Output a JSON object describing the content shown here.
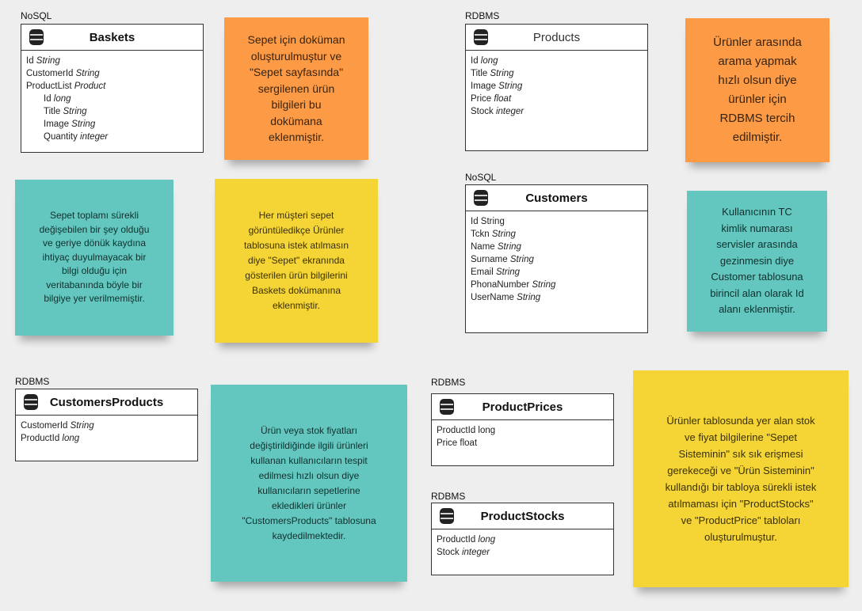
{
  "colors": {
    "note_orange": "#fc9a45",
    "note_teal": "#63c7bf",
    "note_yellow": "#f5d536",
    "background": "#eeeeee",
    "database_icon": "#222222"
  },
  "icons": {
    "entity_header": "database-icon"
  },
  "entities": {
    "baskets": {
      "db_type": "NoSQL",
      "title": "Baskets",
      "fields": [
        {
          "name": "Id",
          "type": "String"
        },
        {
          "name": "CustomerId",
          "type": "String"
        },
        {
          "name": "ProductList",
          "type": "Product"
        },
        {
          "name": "Id",
          "type": "long"
        },
        {
          "name": "Title",
          "type": "String"
        },
        {
          "name": "Image",
          "type": "String"
        },
        {
          "name": "Quantity",
          "type": "integer"
        }
      ]
    },
    "products": {
      "db_type": "RDBMS",
      "title": "Products",
      "fields": [
        {
          "name": "Id",
          "type": "long"
        },
        {
          "name": "Title",
          "type": "String"
        },
        {
          "name": "Image",
          "type": "String"
        },
        {
          "name": "Price",
          "type": "float"
        },
        {
          "name": "Stock",
          "type": "integer"
        }
      ]
    },
    "customers": {
      "db_type": "NoSQL",
      "title": "Customers",
      "fields": [
        {
          "name": "Id",
          "type": "String"
        },
        {
          "name": "Tckn",
          "type": "String"
        },
        {
          "name": "Name",
          "type": "String"
        },
        {
          "name": "Surname",
          "type": "String"
        },
        {
          "name": "Email",
          "type": "String"
        },
        {
          "name": "PhonaNumber",
          "type": "String"
        },
        {
          "name": "UserName",
          "type": "String"
        }
      ]
    },
    "customers_products": {
      "db_type": "RDBMS",
      "title": "CustomersProducts",
      "fields": [
        {
          "name": "CustomerId",
          "type": "String"
        },
        {
          "name": "ProductId",
          "type": "long"
        }
      ]
    },
    "product_prices": {
      "db_type": "RDBMS",
      "title": "ProductPrices",
      "fields": [
        {
          "name": "ProductId",
          "type": "long"
        },
        {
          "name": "Price",
          "type": "float"
        }
      ]
    },
    "product_stocks": {
      "db_type": "RDBMS",
      "title": "ProductStocks",
      "fields": [
        {
          "name": "ProductId",
          "type": "long"
        },
        {
          "name": "Stock",
          "type": "integer"
        }
      ]
    }
  },
  "notes": {
    "basket_document": "Sepet için doküman\noluşturulmuştur ve\n\"Sepet sayfasında\"\nsergilenen ürün\nbilgileri bu\ndokümana\neklenmiştir.",
    "rdbms_choice": "Ürünler arasında\narama yapmak\nhızlı olsun diye\nürünler için\nRDBMS tercih\nedilmiştir.",
    "basket_total": "Sepet toplamı sürekli\ndeğişebilen bir şey olduğu\nve geriye dönük kaydına\nihtiyaç duyulmayacak bir\nbilgi olduğu için\nveritabanında böyle bir\nbilgiye yer verilmemiştir.",
    "basket_view": "Her müşteri sepet\ngörüntüledikçe Ürünler\ntablosuna istek atılmasın\ndiye \"Sepet\" ekranında\ngösterilen ürün bilgilerini\nBaskets dokümanına\neklenmiştir.",
    "customer_id": "Kullanıcının TC\nkimlik numarası\nservisler arasında\ngezinmesin diye\nCustomer tablosuna\nbirincil alan olarak Id\nalanı eklenmiştir.",
    "customers_products": "Ürün veya stok fiyatları\ndeğiştirildiğinde ilgili ürünleri\nkullanan kullanıcıların tespit\nedilmesi hızlı olsun diye\nkullanıcıların sepetlerine\nekledikleri ürünler\n\"CustomersProducts\" tablosuna\nkaydedilmektedir.",
    "product_tables": "Ürünler tablosunda yer alan stok\nve fiyat bilgilerine \"Sepet\nSisteminin\" sık sık erişmesi\ngerekeceği ve \"Ürün Sisteminin\"\nkullandığı bir tabloya sürekli istek\natılmaması için \"ProductStocks\"\nve \"ProductPrice\" tabloları\noluşturulmuştur."
  }
}
